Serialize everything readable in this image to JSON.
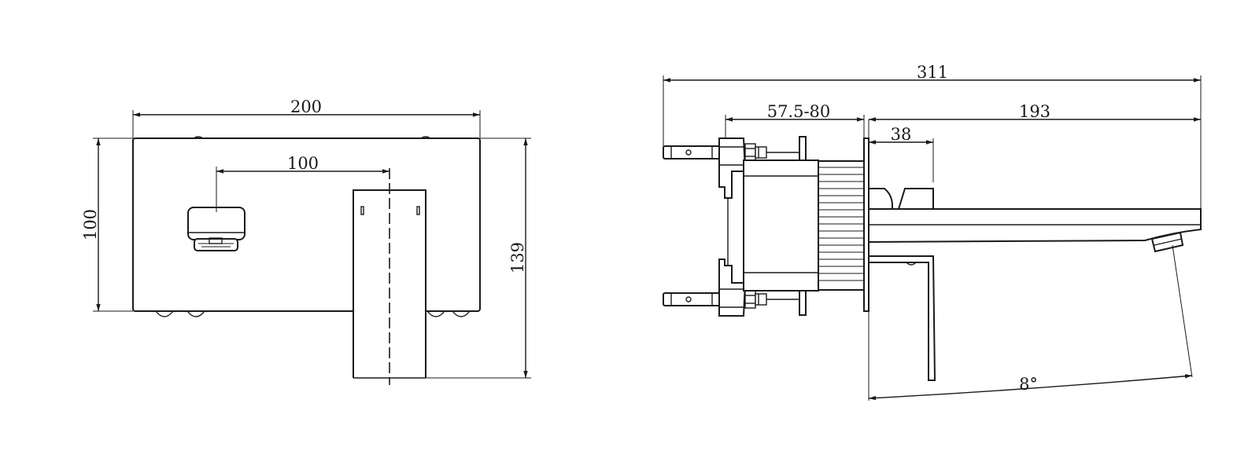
{
  "front_view": {
    "dim_width_overall": "200",
    "dim_spout_offset": "100",
    "dim_height_plate": "100",
    "dim_height_overall": "139"
  },
  "side_view": {
    "dim_total_length": "311",
    "dim_wall_depth": "57.5-80",
    "dim_spout_length": "193",
    "dim_handle_length": "38",
    "dim_angle": "8°"
  },
  "colors": {
    "line": "#1a1a1a",
    "background": "#ffffff"
  }
}
